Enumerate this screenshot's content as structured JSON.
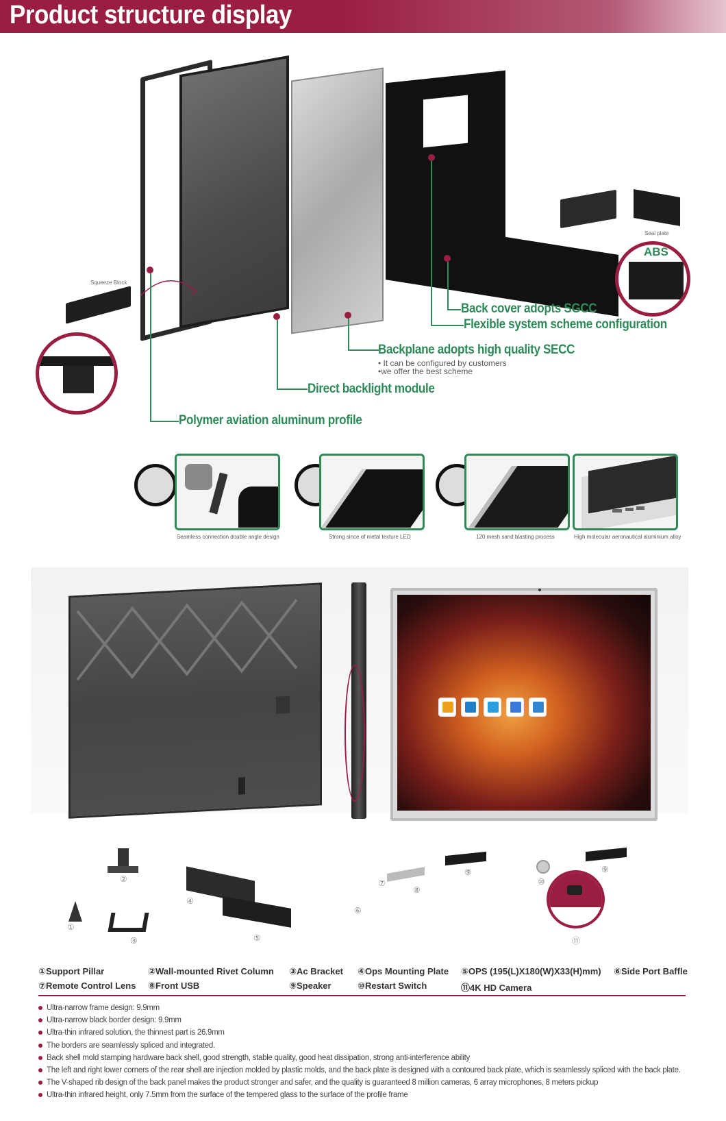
{
  "header": {
    "title": "Product structure display"
  },
  "exploded_view": {
    "labels": {
      "squeeze_block": "Squeeze Block",
      "seal_plate": "Seal plate",
      "abs": "ABS"
    },
    "callouts": {
      "back_cover": "Back cover adopts SGCC",
      "flexible": "Flexible system scheme configuration",
      "backplane": "Backplane adopts high quality SECC",
      "backplane_note1": "• It can be configured by customers",
      "backplane_note2": "•we offer the best scheme",
      "backlight": "Direct backlight module",
      "profile": "Polymer aviation aluminum profile"
    }
  },
  "details": [
    {
      "caption": "Seamless connection double angle design"
    },
    {
      "caption": "Strong since of metal texture LED"
    },
    {
      "caption": "120 mesh sand blasting process"
    },
    {
      "caption": "High molecular aeronautical aluminium alloy"
    }
  ],
  "part_numbers": [
    "①",
    "②",
    "③",
    "④",
    "⑤",
    "⑥",
    "⑦",
    "⑧",
    "⑨",
    "⑩",
    "⑪"
  ],
  "legend": {
    "row1": [
      "①Support Pillar",
      "②Wall-mounted Rivet Column",
      "③Ac Bracket",
      "④Ops Mounting Plate",
      "⑤OPS  (195(L)X180(W)X33(H)mm)",
      "⑥Side Port Baffle"
    ],
    "row2": [
      "⑦Remote Control Lens",
      "⑧Front USB",
      "⑨Speaker",
      "⑩Restart Switch",
      "⑪4K HD Camera"
    ]
  },
  "features": [
    "Ultra-narrow frame design: 9.9mm",
    "Ultra-narrow black border design: 9.9mm",
    "Ultra-thin infrared solution, the thinnest part is 26.9mm",
    "The borders are seamlessly spliced and integrated.",
    "Back shell mold stamping hardware back shell, good strength, stable quality, good heat dissipation, strong anti-interference ability",
    "The left and right lower corners of the rear shell are injection molded by plastic molds, and the back plate is designed with a contoured back plate, which is seamlessly spliced with the back plate.",
    "The V-shaped rib design of the back panel makes the product stronger and safer, and the quality is guaranteed 8 million cameras, 6 array microphones, 8 meters pickup",
    "Ultra-thin infrared height, only 7.5mm from the surface of the tempered glass to the surface of the profile frame"
  ],
  "colors": {
    "brand": "#9a1e42",
    "accent": "#2f8a5a"
  }
}
